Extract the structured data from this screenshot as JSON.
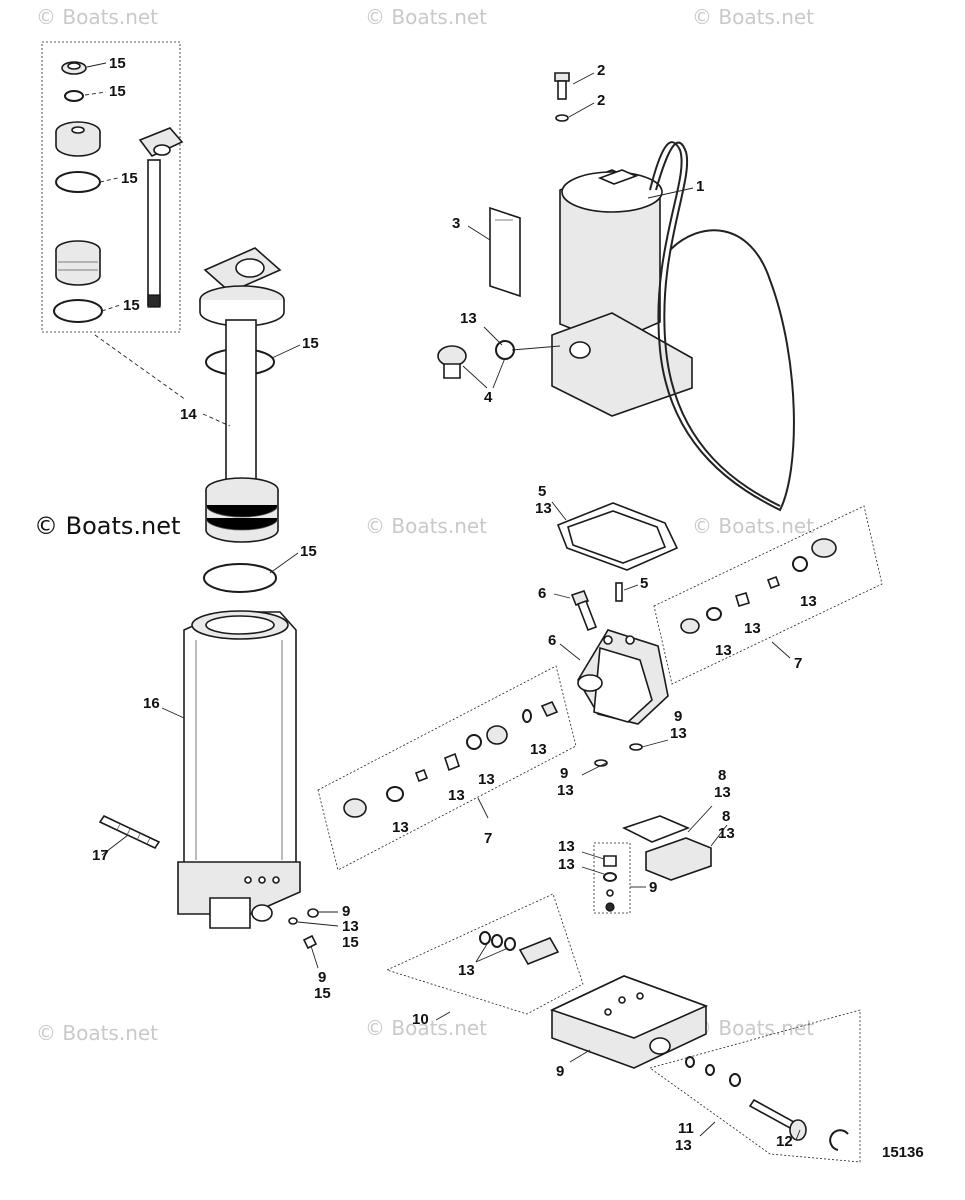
{
  "watermark": {
    "text": "© Boats.net"
  },
  "figure_number": "15136",
  "callouts": [
    {
      "id": "c1",
      "text": "1"
    },
    {
      "id": "c2a",
      "text": "2"
    },
    {
      "id": "c2b",
      "text": "2"
    },
    {
      "id": "c3",
      "text": "3"
    },
    {
      "id": "c4",
      "text": "4"
    },
    {
      "id": "c5a",
      "text": "5"
    },
    {
      "id": "c5b",
      "text": "5"
    },
    {
      "id": "c6a",
      "text": "6"
    },
    {
      "id": "c6b",
      "text": "6"
    },
    {
      "id": "c7a",
      "text": "7"
    },
    {
      "id": "c7b",
      "text": "7"
    },
    {
      "id": "c8a",
      "text": "8"
    },
    {
      "id": "c8b",
      "text": "8"
    },
    {
      "id": "c9a",
      "text": "9"
    },
    {
      "id": "c9b",
      "text": "9"
    },
    {
      "id": "c9c",
      "text": "9"
    },
    {
      "id": "c9d",
      "text": "9"
    },
    {
      "id": "c9e",
      "text": "9"
    },
    {
      "id": "c9f",
      "text": "9"
    },
    {
      "id": "c10",
      "text": "10"
    },
    {
      "id": "c11",
      "text": "11"
    },
    {
      "id": "c12",
      "text": "12"
    },
    {
      "id": "c13",
      "text": "13"
    },
    {
      "id": "c14",
      "text": "14"
    },
    {
      "id": "c15",
      "text": "15"
    },
    {
      "id": "c16",
      "text": "16"
    },
    {
      "id": "c17",
      "text": "17"
    }
  ]
}
